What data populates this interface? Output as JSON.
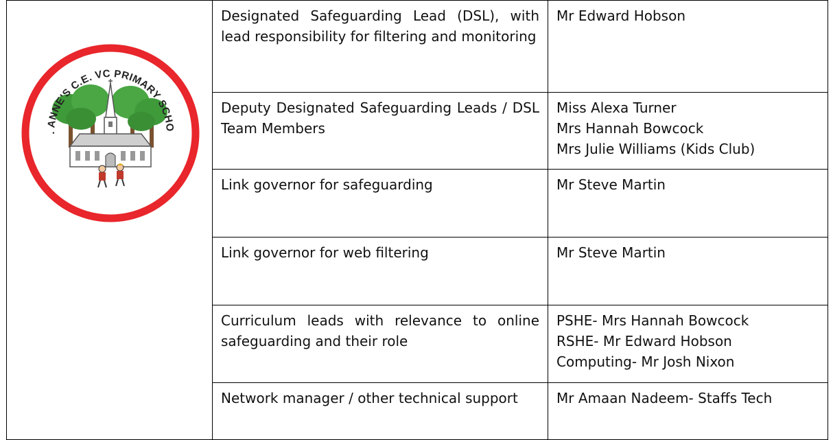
{
  "logo": {
    "arc_text": "ST. ANNE'S C.E. VC PRIMARY SCHOOL",
    "ring_color": "#e8262b",
    "tree_color": "#3f9a3a",
    "trunk_color": "#7a5230"
  },
  "rows": [
    {
      "role": "Designated Safeguarding Lead (DSL), with lead responsibility for filtering and monitoring",
      "names": [
        "Mr Edward Hobson"
      ]
    },
    {
      "role": "Deputy Designated Safeguarding Leads / DSL Team Members",
      "names": [
        "Miss Alexa Turner",
        "Mrs Hannah Bowcock",
        "Mrs Julie Williams (Kids Club)"
      ]
    },
    {
      "role": "Link governor for safeguarding",
      "names": [
        "Mr Steve Martin"
      ]
    },
    {
      "role": "Link governor for web filtering",
      "names": [
        "Mr Steve Martin"
      ]
    },
    {
      "role": "Curriculum leads with relevance to online safeguarding and their role",
      "names": [
        "PSHE- Mrs Hannah Bowcock",
        "RSHE- Mr Edward Hobson",
        "Computing- Mr Josh Nixon"
      ]
    },
    {
      "role": "Network manager / other technical support",
      "names": [
        "Mr Amaan Nadeem- Staffs Tech"
      ]
    }
  ]
}
